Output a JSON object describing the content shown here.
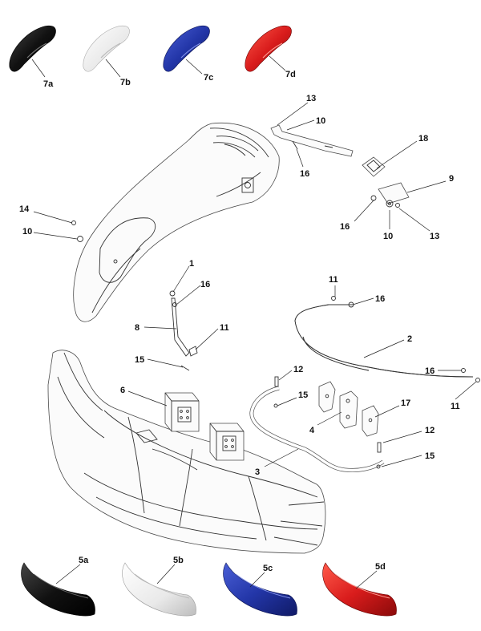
{
  "callouts": {
    "c7a": "7a",
    "c7b": "7b",
    "c7c": "7c",
    "c7d": "7d",
    "c13a": "13",
    "c10a": "10",
    "c16a": "16",
    "c18": "18",
    "c9": "9",
    "c16b": "16",
    "c10b": "10",
    "c13b": "13",
    "c14": "14",
    "c10c": "10",
    "c1": "1",
    "c16c": "16",
    "c8": "8",
    "c11a": "11",
    "c15a": "15",
    "c11b": "11",
    "c16d": "16",
    "c2": "2",
    "c16e": "16",
    "c11c": "11",
    "c6": "6",
    "c12a": "12",
    "c15b": "15",
    "c17": "17",
    "c4": "4",
    "c12b": "12",
    "c3": "3",
    "c15c": "15",
    "c5a": "5a",
    "c5b": "5b",
    "c5c": "5c",
    "c5d": "5d"
  },
  "colors": {
    "black": "#111111",
    "white": "#f2f2f2",
    "blue": "#2336a8",
    "red": "#d91c1c"
  }
}
